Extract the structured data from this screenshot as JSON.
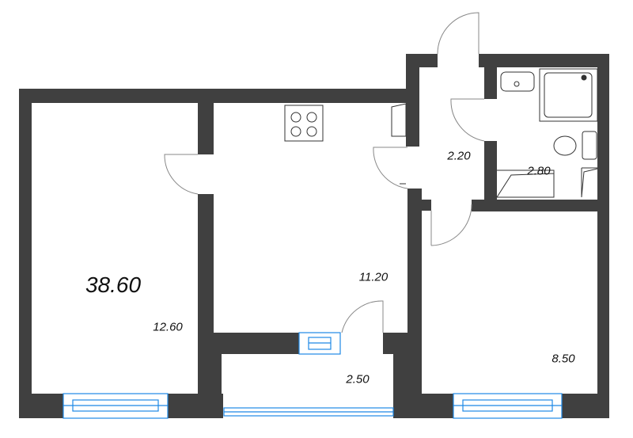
{
  "plan": {
    "total_area": "38.60",
    "rooms": [
      {
        "name": "room-left",
        "area": "12.60"
      },
      {
        "name": "kitchen",
        "area": "11.20"
      },
      {
        "name": "hallway",
        "area": "2.20"
      },
      {
        "name": "bathroom",
        "area": "2.80"
      },
      {
        "name": "balcony",
        "area": "2.50"
      },
      {
        "name": "room-right",
        "area": "8.50"
      }
    ]
  },
  "colors": {
    "wall": "#404040",
    "window": "#1e88e5"
  }
}
